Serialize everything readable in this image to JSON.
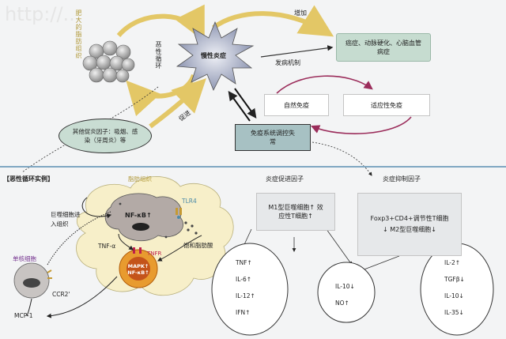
{
  "watermark": "http://...",
  "top": {
    "fat_tissue_label": "肥大的脂肪组织",
    "vicious_cycle_label": "恶性循环",
    "chronic_inflammation": "慢性炎症",
    "increase": "增加",
    "pathogenesis": "发病机制",
    "diseases": "癌症、动脉硬化、心脑血管病症",
    "innate_immunity": "自然免疫",
    "adaptive_immunity": "适应性免疫",
    "promote": "促进",
    "other_factors": "其他促炎因子：吸烟、感染（牙周炎）等",
    "immune_dysregulation": "免疫系统调控失常"
  },
  "bottom": {
    "section_title": "【恶性循环实例】",
    "adipose_tissue": "脂肪组织",
    "tlr4": "TLR4",
    "nfkb_up": "NF-κB↑",
    "macrophage_infiltration": "巨噬细胞进入组织",
    "tnf_alpha": "TNF-α",
    "tnfr": "TNFR",
    "saturated_fatty_acid": "饱和脂肪酸",
    "mapk_nfkb": "MAPK↑ NF-κB↑",
    "monocyte": "单核细胞",
    "ccr2": "CCR2'",
    "mcp1": "MCP-1",
    "promoting_factors_title": "炎症促进因子",
    "promoting_box": "M1型巨噬细胞↑ 效应性T细胞↑",
    "suppressing_factors_title": "炎症抑制因子",
    "suppressing_box": "Foxp3+CD4+调节性T细胞↓ M2型巨噬细胞↓",
    "circle_left": [
      "TNF↑",
      "IL-6↑",
      "IL-12↑",
      "IFN↑"
    ],
    "circle_middle": [
      "IL-10↓",
      "NO↑"
    ],
    "circle_right": [
      "IL-2↑",
      "TGFβ↓",
      "IL-10↓",
      "IL-35↓"
    ]
  }
}
